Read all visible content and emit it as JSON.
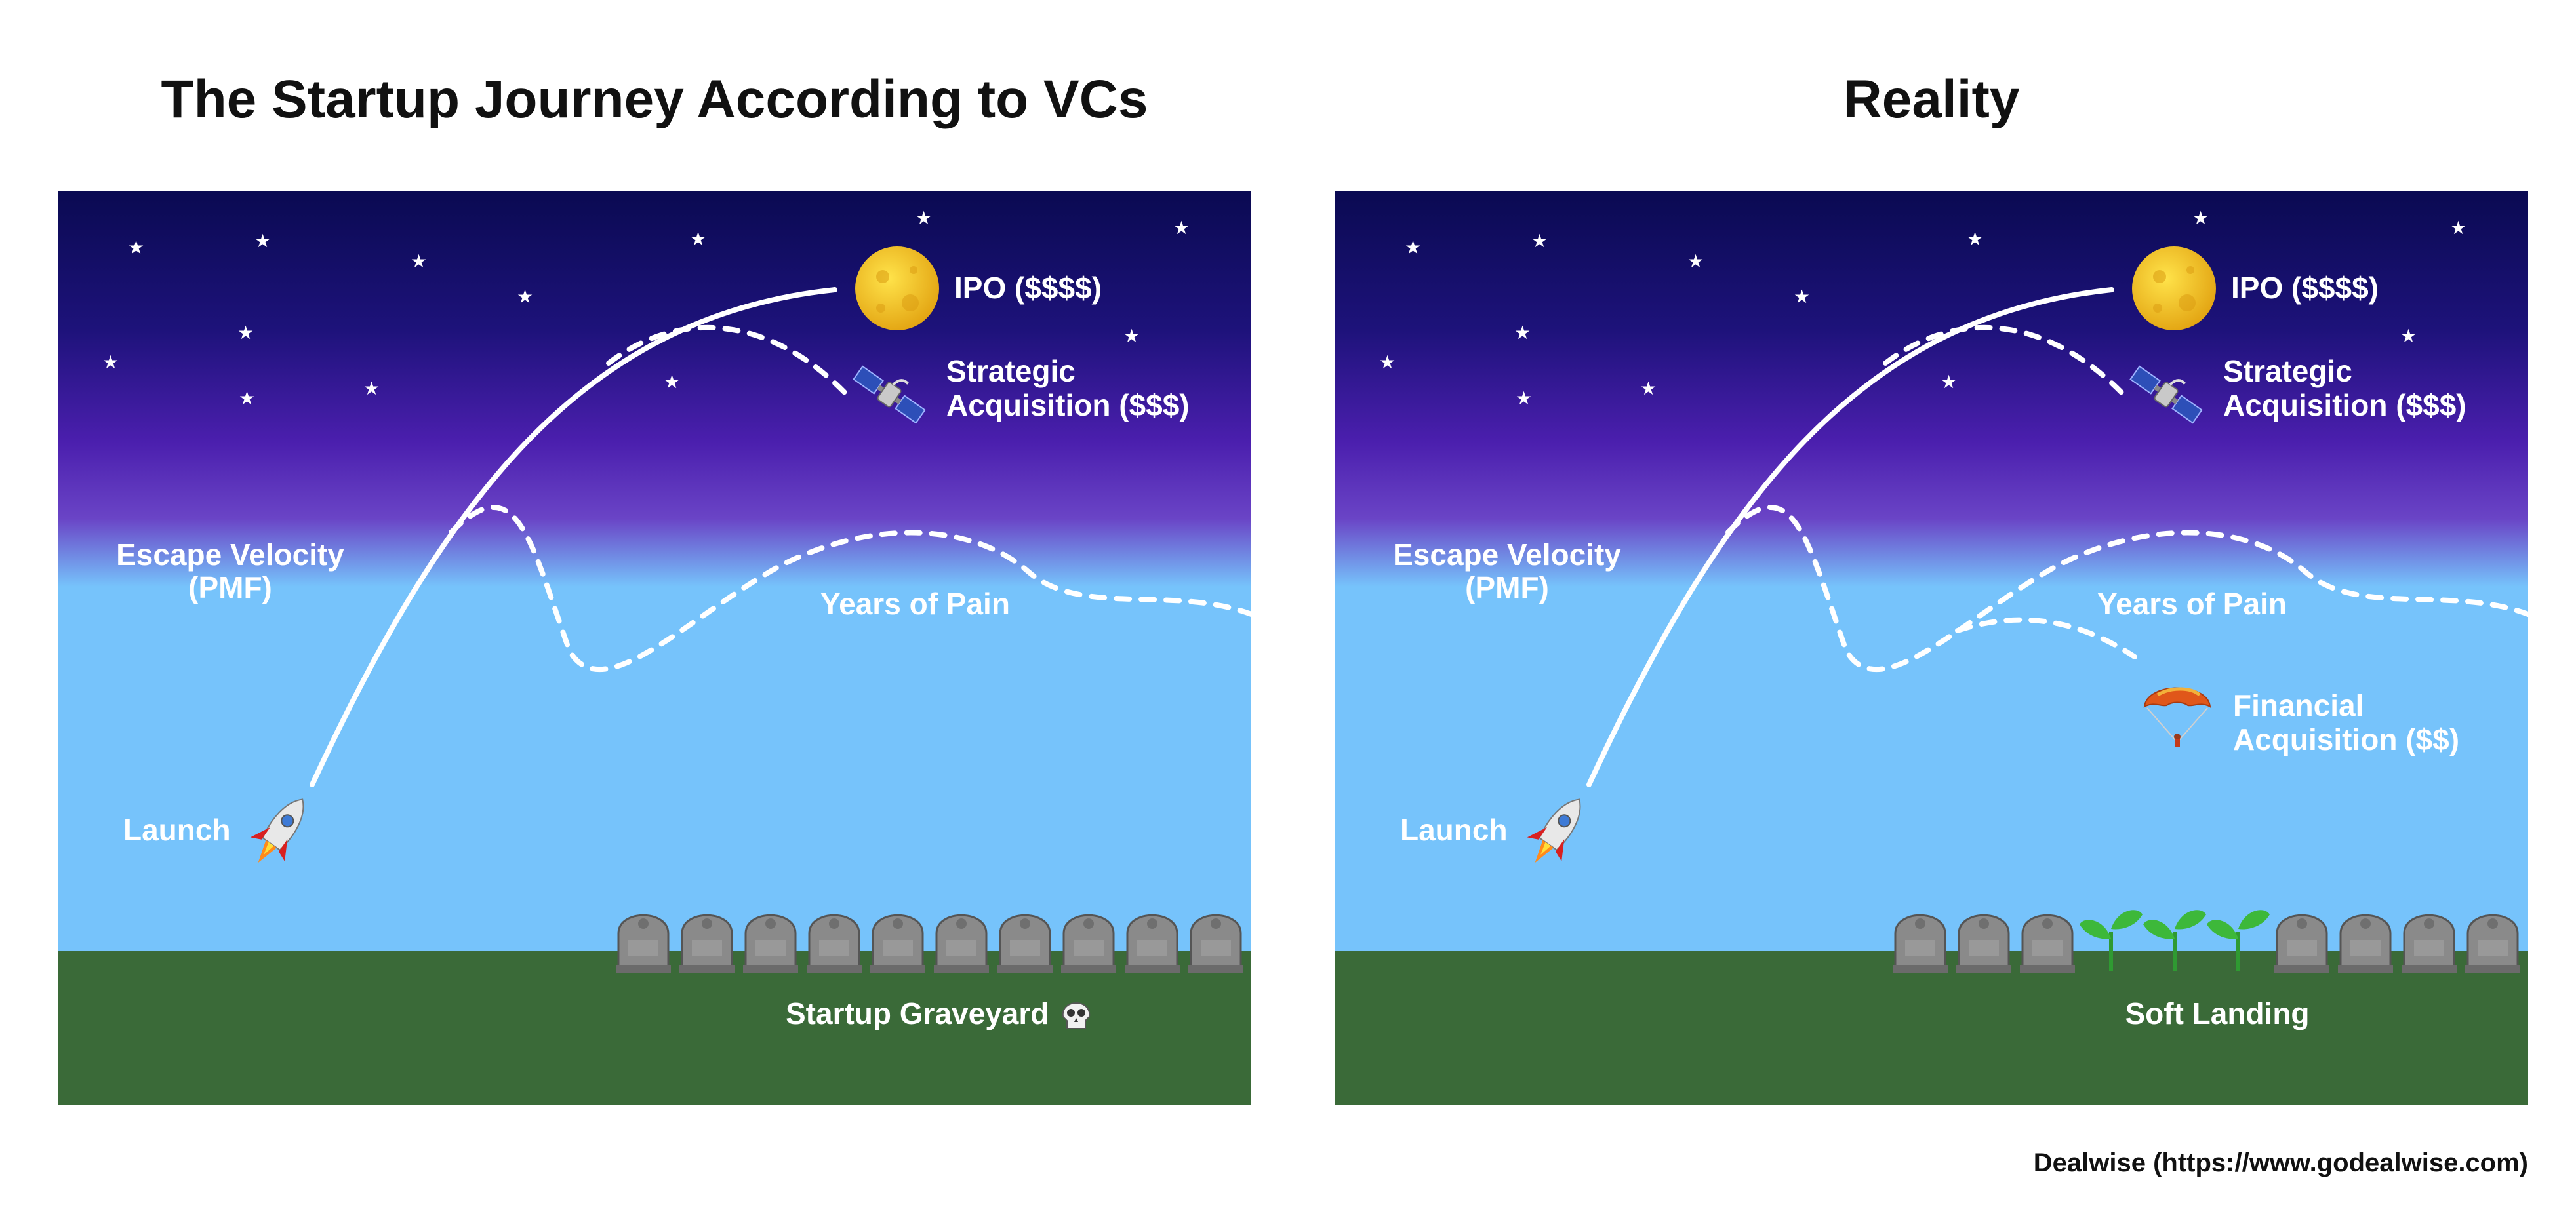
{
  "left": {
    "title": "The Startup Journey According to VCs",
    "labels": {
      "ipo": "IPO ($$$$)",
      "strategic_1": "Strategic",
      "strategic_2": "Acquisition ($$$)",
      "escape_1": "Escape Velocity",
      "escape_2": "(PMF)",
      "pain": "Years of Pain",
      "launch": "Launch",
      "ground": "Startup Graveyard"
    }
  },
  "right": {
    "title": "Reality",
    "labels": {
      "ipo": "IPO ($$$$)",
      "strategic_1": "Strategic",
      "strategic_2": "Acquisition ($$$)",
      "escape_1": "Escape Velocity",
      "escape_2": "(PMF)",
      "pain": "Years of Pain",
      "financial_1": "Financial",
      "financial_2": "Acquisition ($$)",
      "launch": "Launch",
      "ground": "Soft Landing"
    }
  },
  "credit": "Dealwise (https://www.godealwise.com)",
  "icons": [
    "rocket-icon",
    "moon-icon",
    "satellite-icon",
    "parachute-icon",
    "tombstone-icon",
    "seedling-icon",
    "skull-icon",
    "star-icon"
  ],
  "colors": {
    "sky_top": "#0a0a52",
    "sky_mid": "#5b22b0",
    "sky_low": "#76c3fb",
    "ground": "#3a6a38",
    "moon": "#f2c21d"
  }
}
